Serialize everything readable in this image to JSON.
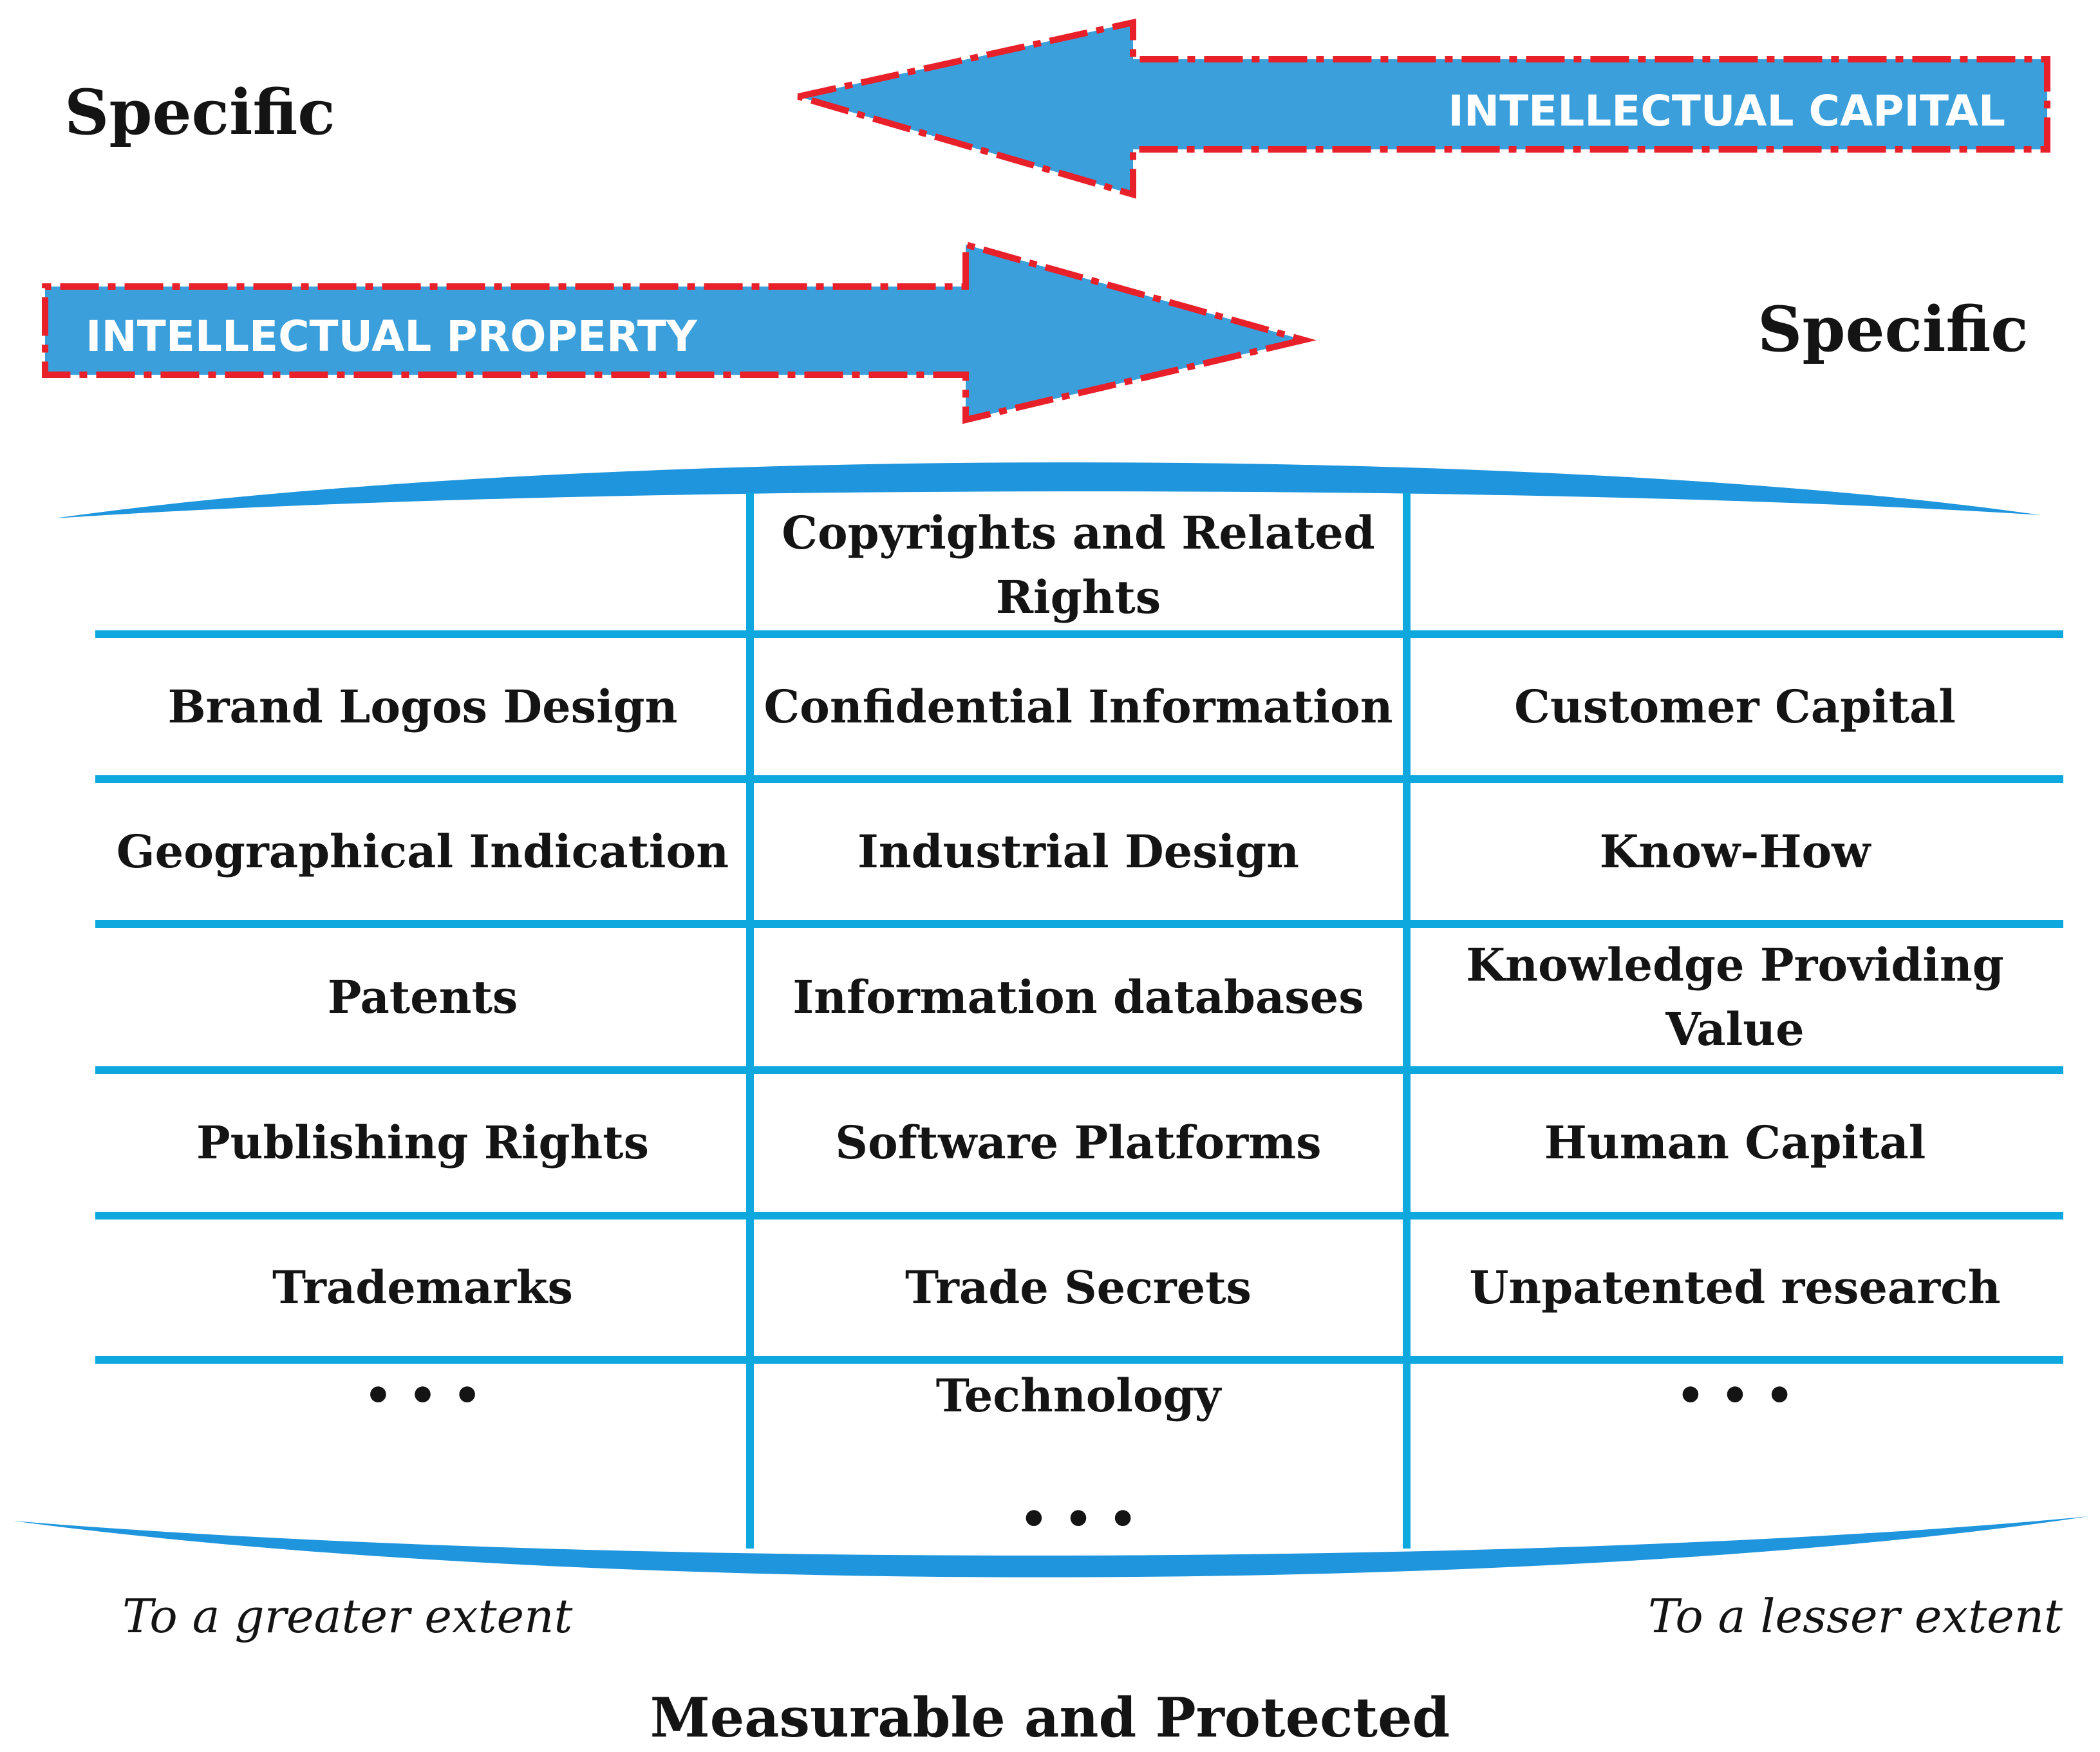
{
  "arrows": {
    "intellectual_capital": "INTELLECTUAL CAPITAL",
    "intellectual_property": "INTELLECTUAL PROPERTY"
  },
  "labels": {
    "specific_left": "Specific",
    "specific_right": "Specific",
    "greater_extent": "To a greater extent",
    "lesser_extent": "To a lesser extent",
    "measurable_protected": "Measurable and Protected"
  },
  "table": {
    "rows": [
      [
        "",
        "Copyrights and Related Rights",
        ""
      ],
      [
        "Brand Logos Design",
        "Confidential Information",
        "Customer Capital"
      ],
      [
        "Geographical Indication",
        "Industrial Design",
        "Know-How"
      ],
      [
        "Patents",
        "Information databases",
        "Knowledge Providing Value"
      ],
      [
        "Publishing Rights",
        "Software Platforms",
        "Human Capital"
      ],
      [
        "Trademarks",
        "Trade Secrets",
        "Unpatented research"
      ],
      [
        "• • •",
        "Technology",
        "• • •"
      ]
    ],
    "trailing_ellipsis": "• • •"
  },
  "colors": {
    "arrow_fill": "#3A9FDB",
    "arrow_border": "#E8202A",
    "grid_line": "#0FA8DE",
    "band": "#1E95DD"
  }
}
